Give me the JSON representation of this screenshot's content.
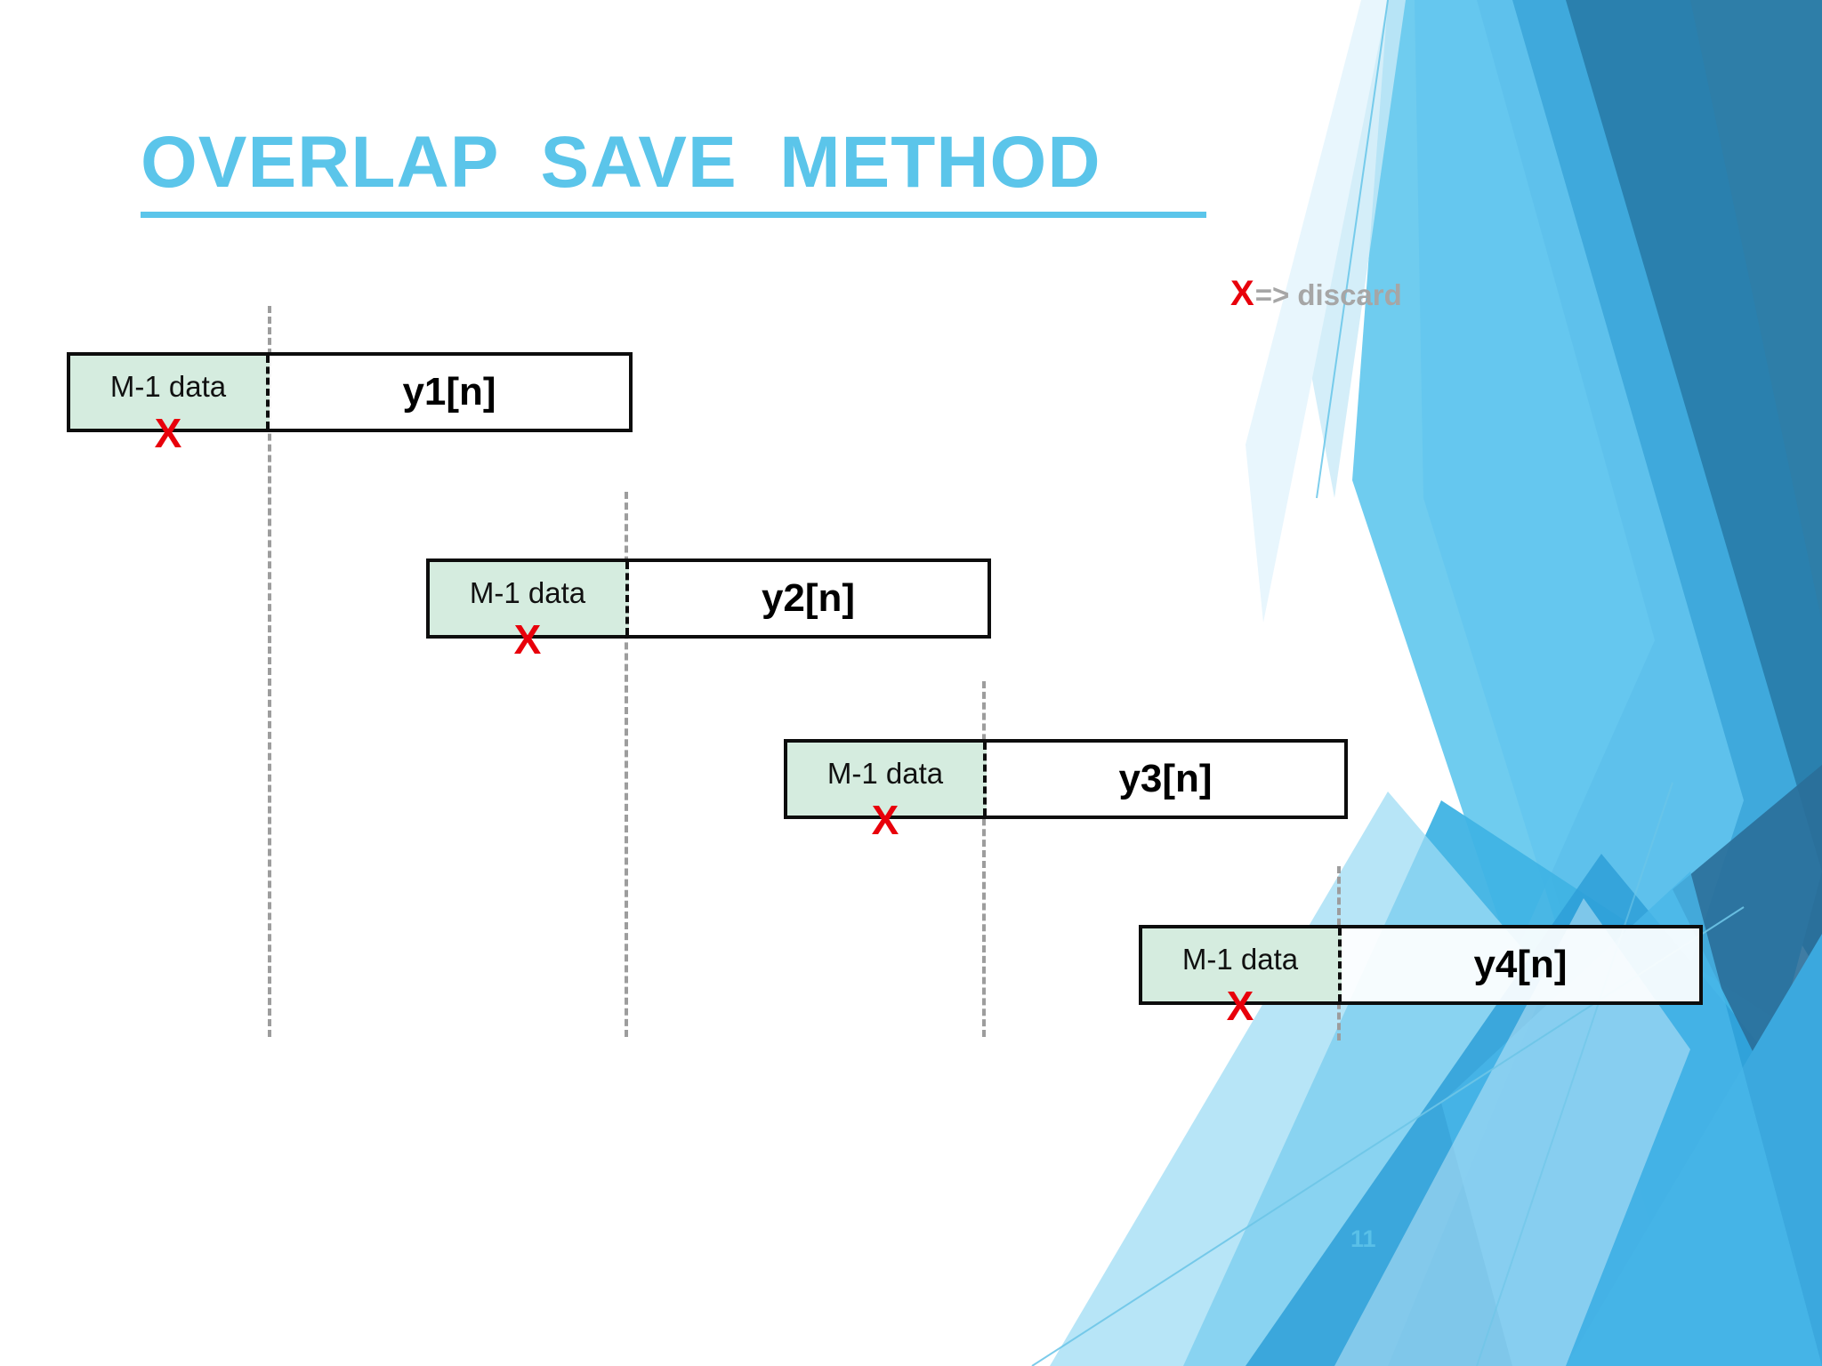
{
  "slide": {
    "title": "OVERLAP  SAVE  METHOD",
    "number": "11",
    "accent_color": "#5BC5EA",
    "discard_color": "#E8000B",
    "overlap_fill": "#D5ECDF"
  },
  "legend": {
    "marker": "X",
    "text": "=> discard",
    "marker_color": "#E8000B",
    "text_color": "#A6A6A6"
  },
  "diagram": {
    "overlap_label": "M-1 data",
    "discard_marker": "X",
    "rows": [
      {
        "output_label": "y1[n]",
        "overlap_label": "M-1 data",
        "discard_marker": "X"
      },
      {
        "output_label": "y2[n]",
        "overlap_label": "M-1 data",
        "discard_marker": "X"
      },
      {
        "output_label": "y3[n]",
        "overlap_label": "M-1 data",
        "discard_marker": "X"
      },
      {
        "output_label": "y4[n]",
        "overlap_label": "M-1 data",
        "discard_marker": "X"
      }
    ]
  }
}
